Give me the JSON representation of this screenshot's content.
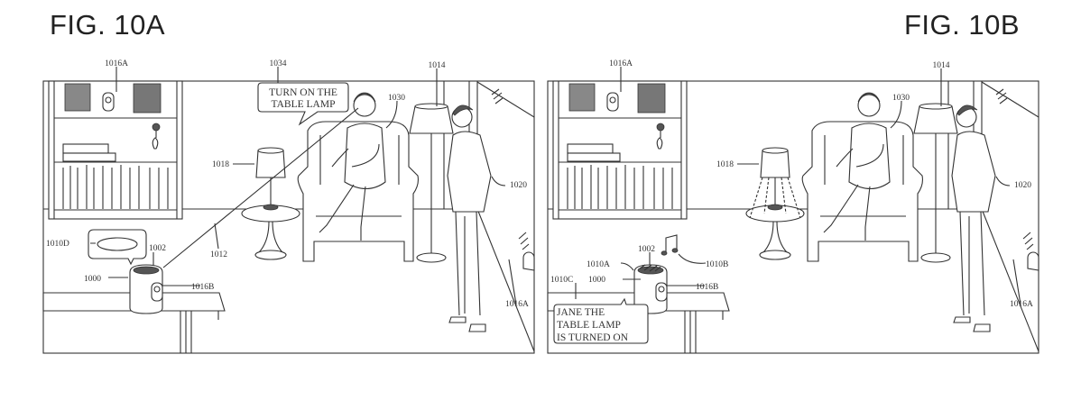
{
  "figures": [
    {
      "title": "FIG. 10A",
      "speech_bubble": {
        "lines": [
          "TURN ON THE",
          "TABLE LAMP"
        ]
      },
      "labels": {
        "shelf_device": "1016A",
        "bubble_ref": "1034",
        "floor_lamp": "1014",
        "woman": "1030",
        "table_lamp": "1018",
        "man": "1020",
        "indicator": "1010D",
        "top_surface": "1002",
        "gaze_line": "1012",
        "device": "1000",
        "camera": "1016B",
        "wall_device": "1016A"
      }
    },
    {
      "title": "FIG. 10B",
      "speech_bubble": {
        "lines": [
          "JANE THE",
          "TABLE LAMP",
          "IS TURNED ON"
        ]
      },
      "labels": {
        "shelf_device": "1016A",
        "floor_lamp": "1014",
        "woman": "1030",
        "table_lamp": "1018",
        "man": "1020",
        "top_surface": "1002",
        "light_indicator": "1010A",
        "audio_output": "1010B",
        "speech_output": "1010C",
        "device": "1000",
        "camera": "1016B",
        "wall_device": "1016A"
      }
    }
  ]
}
